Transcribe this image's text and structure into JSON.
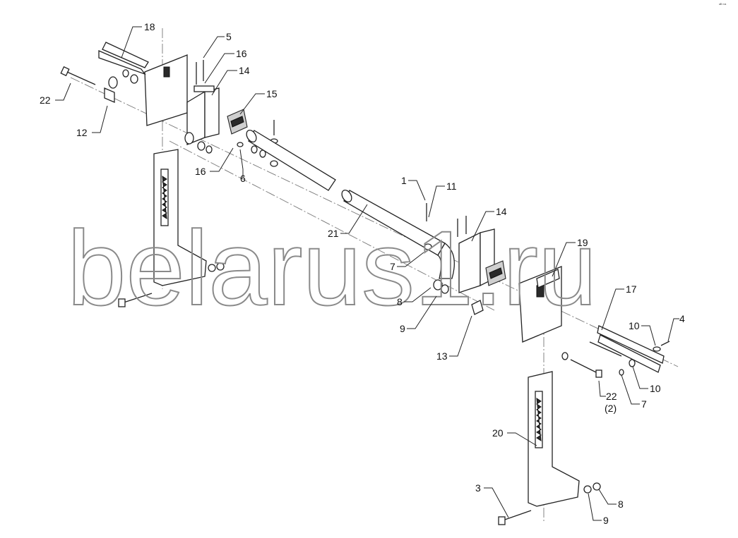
{
  "diagram": {
    "watermark": "belarus1.ru",
    "corner_mark": "ᵃᴮ ʳᵒᵃ",
    "callouts": [
      "18",
      "5",
      "16",
      "14",
      "15",
      "22",
      "12",
      "16",
      "6",
      "1",
      "11",
      "14",
      "21",
      "7",
      "19",
      "8",
      "9",
      "13",
      "17",
      "10",
      "4",
      "10",
      "22",
      "(2)",
      "7",
      "20",
      "3",
      "8",
      "9"
    ],
    "colors": {
      "line": "#222222",
      "watermark": "#8a8a8a",
      "background": "#ffffff"
    }
  }
}
